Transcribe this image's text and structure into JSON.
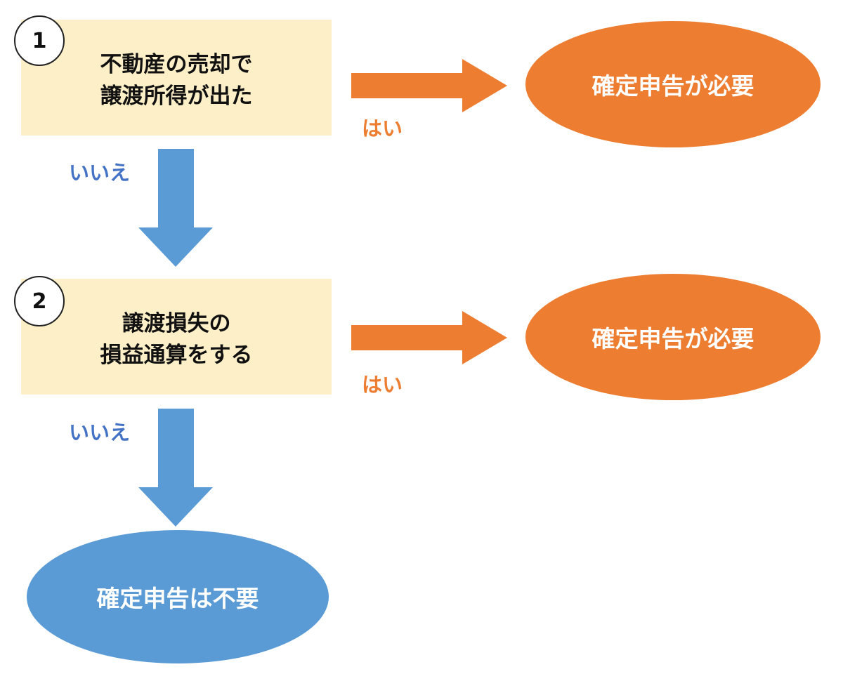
{
  "steps": [
    {
      "number": "1",
      "question": "不動産の売却で\n譲渡所得が出た"
    },
    {
      "number": "2",
      "question": "譲渡損失の\n損益通算をする"
    }
  ],
  "labels": {
    "yes": "はい",
    "no": "いいえ"
  },
  "outcomes": {
    "required": "確定申告が必要",
    "not_required": "確定申告は不要"
  },
  "colors": {
    "box_fill": "#fdefc8",
    "yes": "#ed7d31",
    "no": "#5b9bd5",
    "no_label": "#4472c4"
  }
}
